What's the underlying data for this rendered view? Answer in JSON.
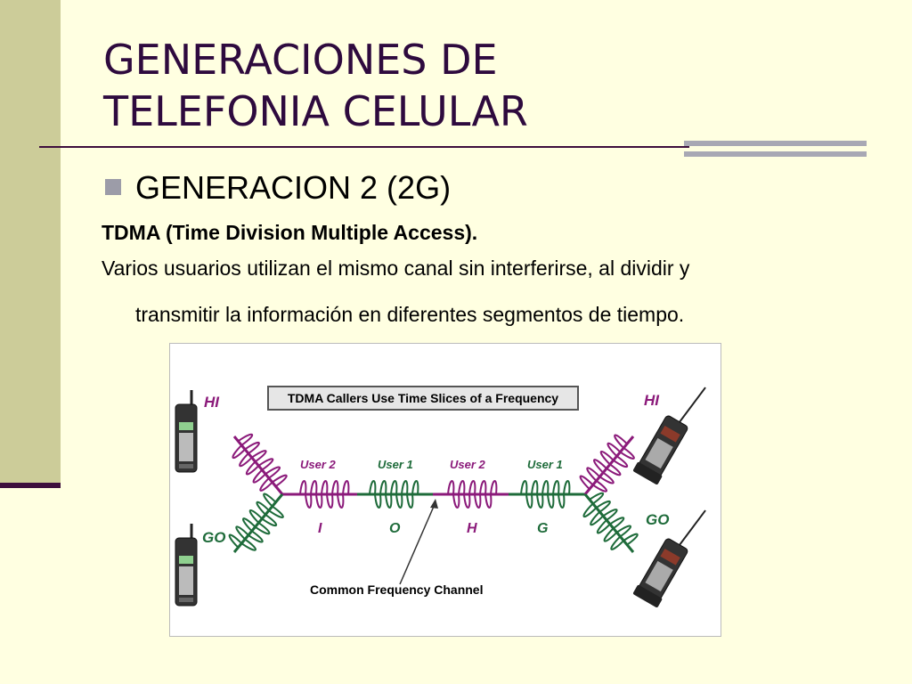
{
  "title": {
    "line1": "GENERACIONES DE",
    "line2": "TELEFONIA CELULAR"
  },
  "content": {
    "heading": "GENERACION 2 (2G)",
    "subheading": "TDMA (Time Division Multiple Access).",
    "body_line1": "Varios usuarios utilizan el mismo canal sin interferirse, al dividir y",
    "body_line2": "transmitir la información en diferentes segmentos de tiempo."
  },
  "diagram": {
    "title": "TDMA Callers Use Time Slices of a Frequency",
    "caption": "Common Frequency Channel",
    "left_top_tag": "HI",
    "left_bottom_tag": "GO",
    "right_top_tag": "HI",
    "right_bottom_tag": "GO",
    "slots": [
      {
        "user": "User 2",
        "letter": "I",
        "color": "#8B1A7A"
      },
      {
        "user": "User 1",
        "letter": "O",
        "color": "#1E6B3A"
      },
      {
        "user": "User 2",
        "letter": "H",
        "color": "#8B1A7A"
      },
      {
        "user": "User 1",
        "letter": "G",
        "color": "#1E6B3A"
      }
    ],
    "colors": {
      "user2": "#8B1A7A",
      "user1": "#1E6B3A",
      "title_purple": "#2E0A3E",
      "sidebar": "#CCCC99",
      "background": "#FFFFE1"
    }
  }
}
